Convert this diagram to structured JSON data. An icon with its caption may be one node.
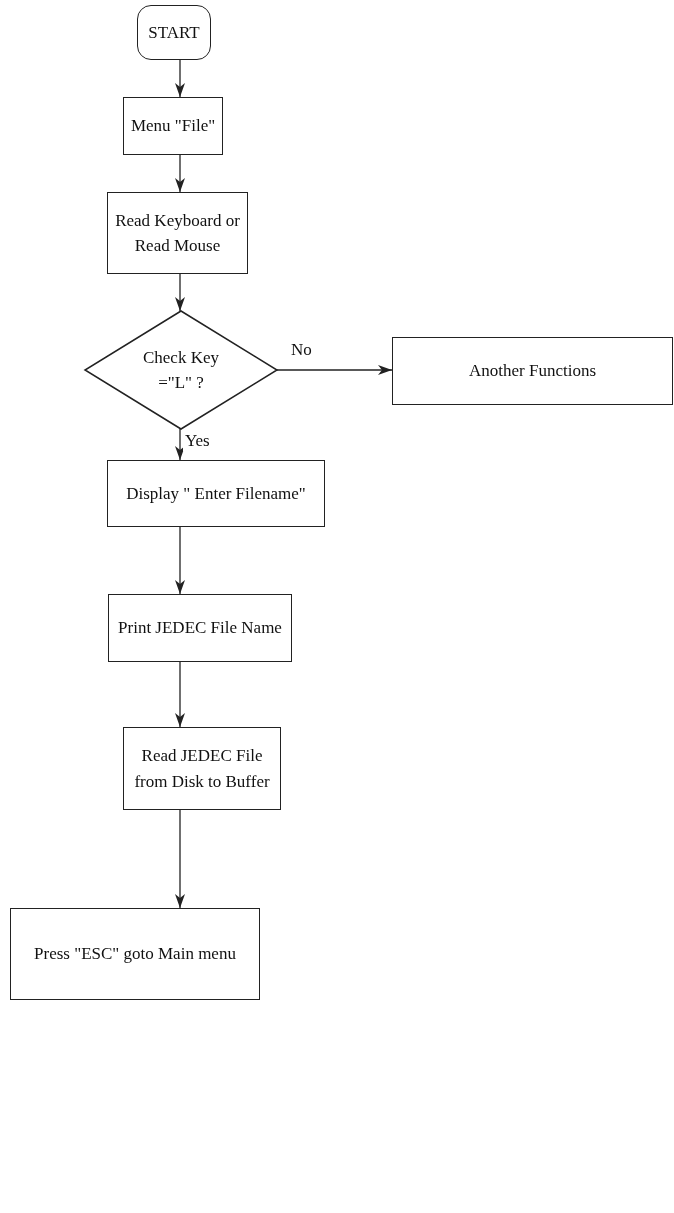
{
  "diagram": {
    "nodes": [
      {
        "text": [
          "START"
        ]
      },
      {
        "text": [
          "Menu \"File\""
        ]
      },
      {
        "text": [
          "Read Keyboard or Read Mouse"
        ]
      },
      {
        "text": [
          "Check Key =\"L\" ?"
        ]
      },
      {
        "text": [
          "Another Functions"
        ]
      },
      {
        "text": [
          "Display \"  Enter Filename\""
        ]
      },
      {
        "text": [
          "Print JEDEC File Name"
        ]
      },
      {
        "text": [
          "Read JEDEC File from Disk to Buffer"
        ]
      },
      {
        "text": [
          "Press \"ESC\" goto Main menu"
        ]
      }
    ],
    "edges": [
      {
        "from": 0,
        "to": 1,
        "arrow": "to"
      },
      {
        "from": 1,
        "to": 2,
        "arrow": "to"
      },
      {
        "from": 2,
        "to": 3,
        "arrow": "to"
      },
      {
        "from": 3,
        "to": 4,
        "arrow": "to",
        "label": "No"
      },
      {
        "from": 3,
        "to": 5,
        "arrow": "to",
        "label": "Yes"
      },
      {
        "from": 5,
        "to": 6,
        "arrow": "to"
      },
      {
        "from": 6,
        "to": 7,
        "arrow": "to"
      },
      {
        "from": 7,
        "to": 8,
        "arrow": "to"
      }
    ]
  }
}
